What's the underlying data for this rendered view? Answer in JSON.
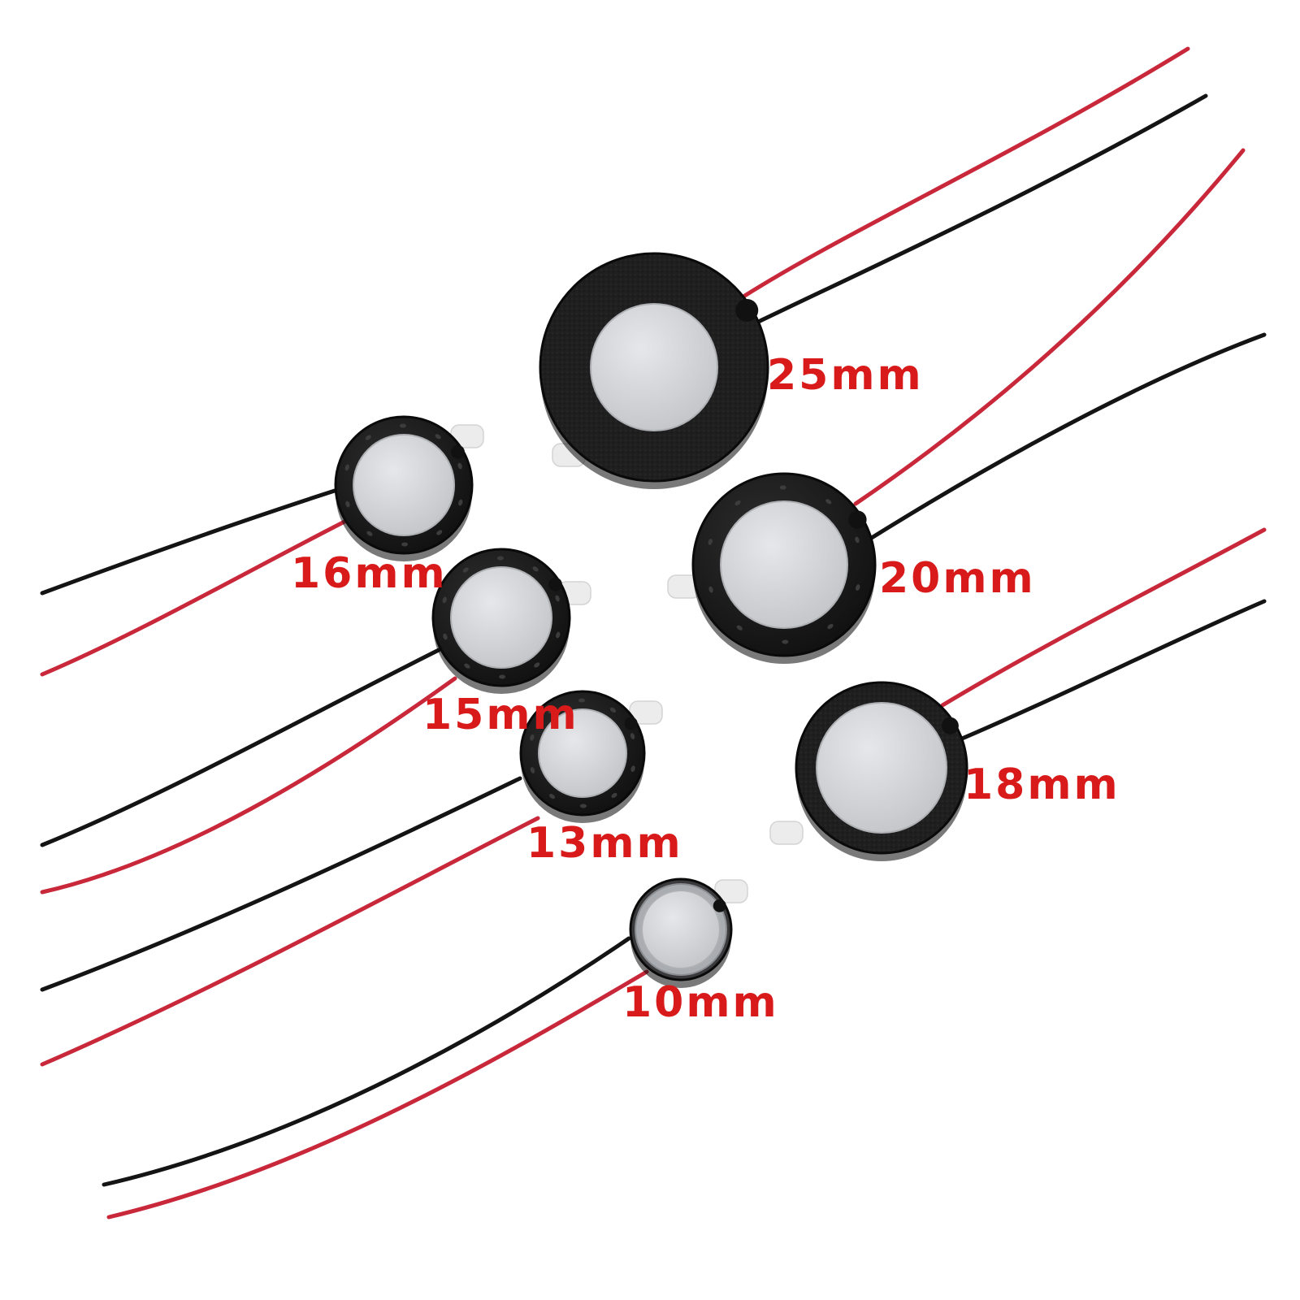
{
  "colors": {
    "background": "#ffffff",
    "label_text": "#d81a1a",
    "wire_red": "#c8283a",
    "wire_black": "#141414",
    "housing": "#1b1b1b",
    "foam_housing": "#222222",
    "diaphragm": "#d3d3d6",
    "diaphragm_edge": "#aeb0b4",
    "tab": "#ececec",
    "metal_rim": "#a9acb0"
  },
  "speakers": [
    {
      "id": "25mm",
      "label": "25mm",
      "style": "foam"
    },
    {
      "id": "20mm",
      "label": "20mm",
      "style": "plastic"
    },
    {
      "id": "18mm",
      "label": "18mm",
      "style": "foam"
    },
    {
      "id": "16mm",
      "label": "16mm",
      "style": "plastic"
    },
    {
      "id": "15mm",
      "label": "15mm",
      "style": "plastic"
    },
    {
      "id": "13mm",
      "label": "13mm",
      "style": "plastic"
    },
    {
      "id": "10mm",
      "label": "10mm",
      "style": "metal"
    }
  ]
}
